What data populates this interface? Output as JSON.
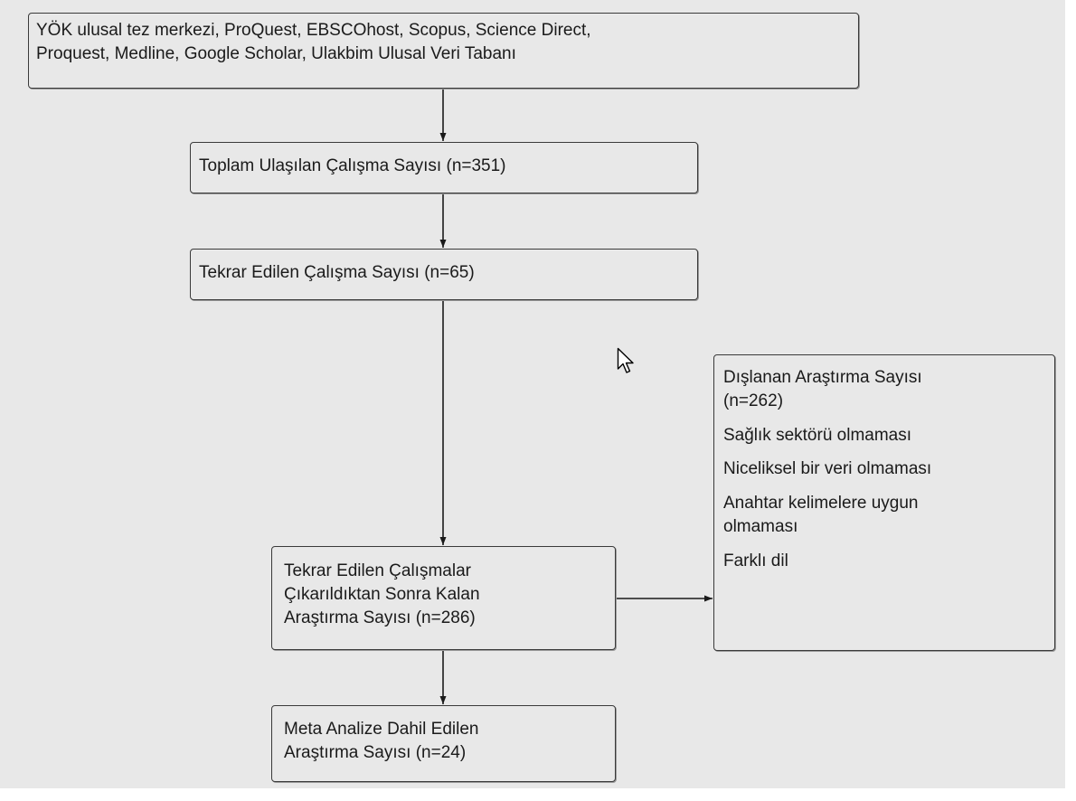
{
  "flowchart": {
    "sources_box": {
      "line1": "YÖK ulusal tez merkezi, ProQuest, EBSCOhost, Scopus, Science Direct,",
      "line2": "Proquest, Medline, Google Scholar, Ulakbim Ulusal Veri Tabanı"
    },
    "total_box": {
      "text": "Toplam Ulaşılan Çalışma Sayısı (n=351)"
    },
    "repeated_box": {
      "text": "Tekrar Edilen Çalışma Sayısı (n=65)"
    },
    "remaining_box": {
      "line1": "Tekrar Edilen Çalışmalar",
      "line2": "Çıkarıldıktan Sonra Kalan",
      "line3": "Araştırma Sayısı (n=286)"
    },
    "included_box": {
      "line1": "Meta Analize Dahil Edilen",
      "line2": "Araştırma Sayısı (n=24)"
    },
    "excluded_box": {
      "title_line1": "Dışlanan Araştırma Sayısı",
      "title_line2": "(n=262)",
      "reason1": "Sağlık sektörü olmaması",
      "reason2": "Niceliksel bir veri olmaması",
      "reason3_line1": "Anahtar kelimelere uygun",
      "reason3_line2": "olmaması",
      "reason4": "Farklı dil"
    }
  },
  "colors": {
    "background": "#e8e8e8",
    "box_border": "#3a3a3a",
    "connector": "#1a1a1a"
  },
  "icons": {
    "cursor": "mouse-pointer-icon"
  }
}
